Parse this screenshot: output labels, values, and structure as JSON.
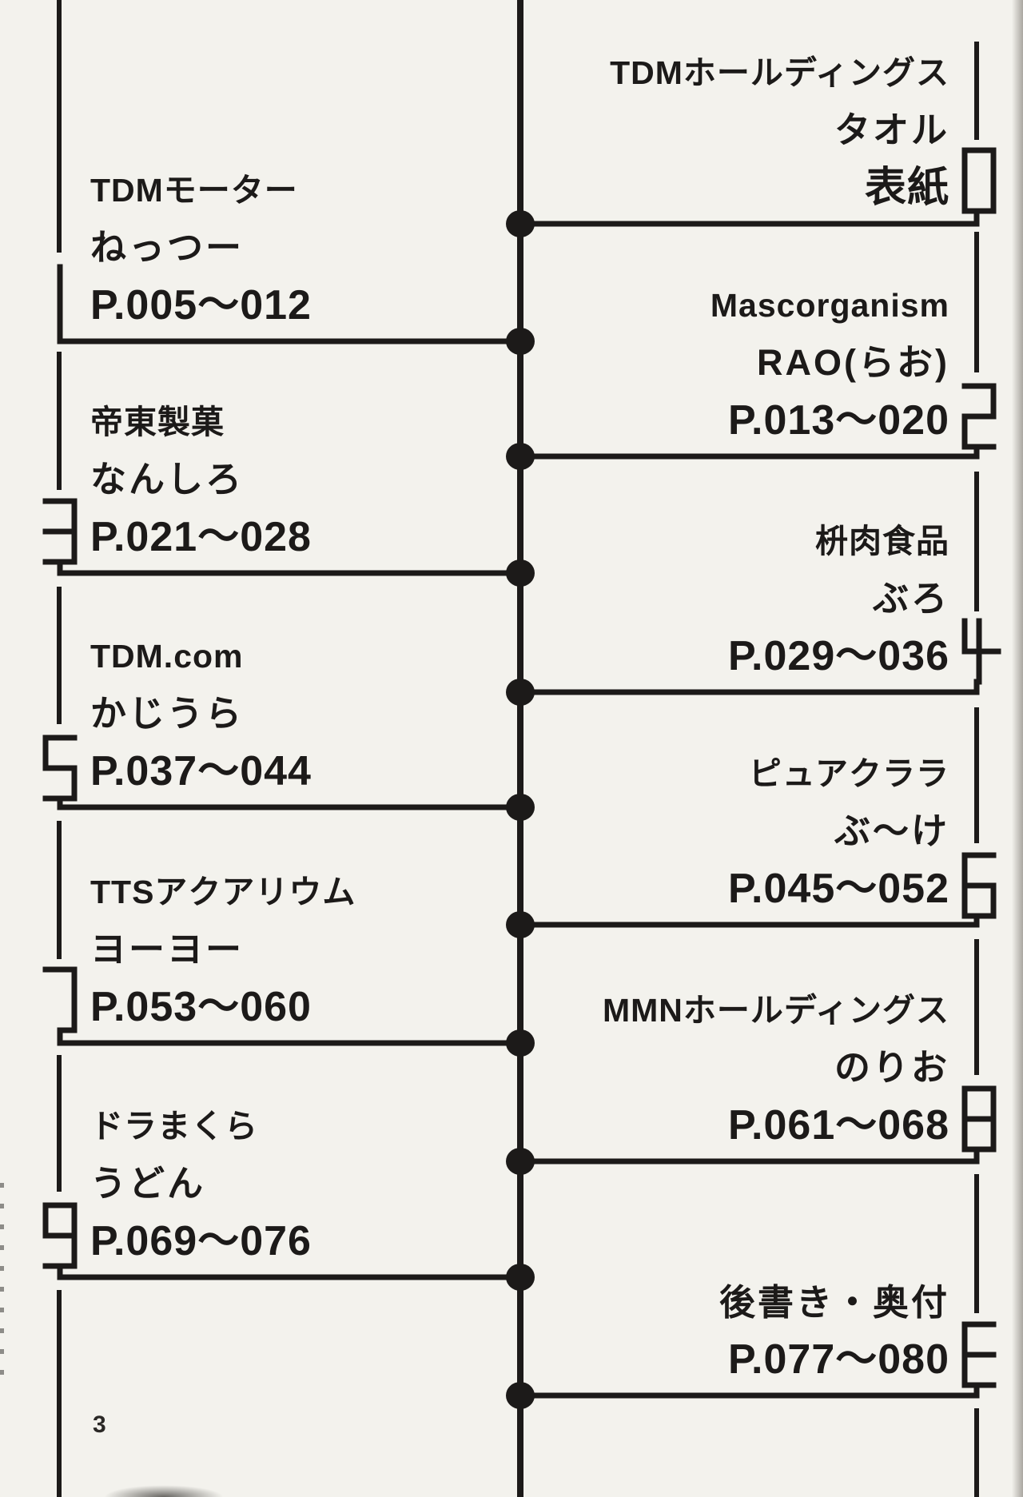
{
  "page": {
    "number": "3",
    "paper_color": "#f3f2ed",
    "ink_color": "#1c1a19"
  },
  "toc": {
    "entries": [
      {
        "side": "right",
        "tab_digit": "0",
        "circle": "TDMホールディングス",
        "author": "タオル",
        "pages": "表紙"
      },
      {
        "side": "left",
        "tab_digit": "1",
        "circle": "TDMモーター",
        "author": "ねっつー",
        "pages": "P.005〜012"
      },
      {
        "side": "right",
        "tab_digit": "2",
        "circle": "Mascorganism",
        "author": "RAO(らお)",
        "pages": "P.013〜020"
      },
      {
        "side": "left",
        "tab_digit": "3",
        "circle": "帝東製菓",
        "author": "なんしろ",
        "pages": "P.021〜028"
      },
      {
        "side": "right",
        "tab_digit": "4",
        "circle": "枡肉食品",
        "author": "ぶろ",
        "pages": "P.029〜036"
      },
      {
        "side": "left",
        "tab_digit": "5",
        "circle": "TDM.com",
        "author": "かじうら",
        "pages": "P.037〜044"
      },
      {
        "side": "right",
        "tab_digit": "6",
        "circle": "ピュアクララ",
        "author": "ぶ〜け",
        "pages": "P.045〜052"
      },
      {
        "side": "left",
        "tab_digit": "7",
        "circle": "TTSアクアリウム",
        "author": "ヨーヨー",
        "pages": "P.053〜060"
      },
      {
        "side": "right",
        "tab_digit": "8",
        "circle": "MMNホールディングス",
        "author": "のりお",
        "pages": "P.061〜068"
      },
      {
        "side": "left",
        "tab_digit": "9",
        "circle": "ドラまくら",
        "author": "うどん",
        "pages": "P.069〜076"
      },
      {
        "side": "right",
        "tab_digit": "E",
        "circle": "後書き・奥付",
        "author": "",
        "pages": "P.077〜080"
      }
    ]
  }
}
